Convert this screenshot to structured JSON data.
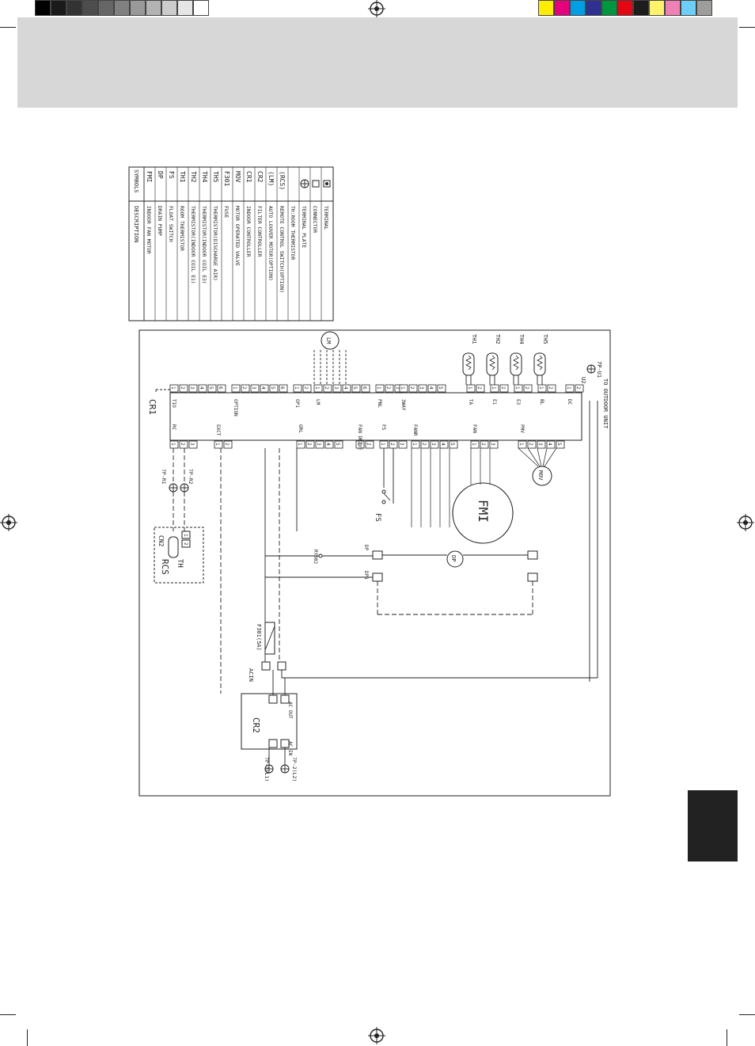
{
  "calibration": {
    "gray_steps": [
      "#000000",
      "#1a1a1a",
      "#333333",
      "#4d4d4d",
      "#666666",
      "#808080",
      "#999999",
      "#b3b3b3",
      "#cccccc",
      "#e6e6e6",
      "#ffffff"
    ],
    "color_steps": [
      "#ffec00",
      "#e6007e",
      "#009fe3",
      "#2e3192",
      "#00963f",
      "#e30613",
      "#1d1d1b",
      "#fff36d",
      "#ee82b4",
      "#6dcff6",
      "#9d9d9c"
    ]
  },
  "legend": {
    "header_symbols": "SYMBOLS",
    "header_description": "DESCRIPTION",
    "rows": [
      {
        "symbol": "FMI",
        "description": "INDOOR FAN MOTOR"
      },
      {
        "symbol": "DP",
        "description": "DRAIN PUMP"
      },
      {
        "symbol": "FS",
        "description": "FLOAT SWITCH"
      },
      {
        "symbol": "TH1",
        "description": "ROOM THERMISTOR"
      },
      {
        "symbol": "TH2",
        "description": "THERMISTOR(INDOOR COIL E1)"
      },
      {
        "symbol": "TH4",
        "description": "THERMISTOR(INDOOR COIL E3)"
      },
      {
        "symbol": "TH5",
        "description": "THERMISTOR(DISCHARGE AIR)"
      },
      {
        "symbol": "F301",
        "description": "FUSE"
      },
      {
        "symbol": "MOV",
        "description": "MOTOR OPERATED VALVE"
      },
      {
        "symbol": "CR1",
        "description": "INDOOR CONTROLLER"
      },
      {
        "symbol": "CR2",
        "description": "FILTER CONTROLLER"
      },
      {
        "symbol": "(LM)",
        "description": "AUTO LOUVER MOTOR(OPTION)"
      },
      {
        "symbol": "(RCS)",
        "description": "REMOTE CONTROL SWITCH(OPTION)"
      },
      {
        "symbol": "",
        "description": "TH:ROOM THERMISTOR"
      },
      {
        "symbol": "",
        "description": "TERMINAL PLATE"
      },
      {
        "symbol": "",
        "description": "CONNECTOR"
      },
      {
        "symbol": "",
        "description": "TERMINAL"
      }
    ]
  },
  "diagram": {
    "cr1": "CR1",
    "cr2": "CR2",
    "rcs": "RCS",
    "cn2": "CN2",
    "th": "TH",
    "fmi": "FMI",
    "dp": "DP",
    "fs": "FS",
    "mov": "MOV",
    "lm": "LM",
    "acin": "ACIN",
    "fuse": "F301(5A)",
    "ry302": "RY302",
    "to_outdoor": "TO OUTDOOR UNIT",
    "tp_r1": "7P-R1",
    "tp_r2": "7P-R2",
    "tp_l1": "7P-1(L1)",
    "tp_l2": "7P-2(L2)",
    "tp_u1": "7P-U1",
    "u2": "U2",
    "cr2_ac_in": "AC IN",
    "cr2_ac_out": "AC OUT",
    "conn": {
      "rc": "RC",
      "exct": "EXCT",
      "tio": "TIO",
      "option": "OPTION",
      "op1": "OP1",
      "lm": "LM",
      "pnl": "PNL",
      "grl": "GRL",
      "fan_drive": "FAN DRIVE",
      "fs": "FS",
      "fanr": "FANR",
      "fan": "FAN",
      "pmv": "PMV",
      "trav": "3WAY",
      "ta": "TA",
      "e1": "E1",
      "e3": "E3",
      "bl": "BL",
      "dc": "DC",
      "dp1": "DP1",
      "dp": "DP"
    },
    "thermistors": [
      "TH1",
      "TH2",
      "TH4",
      "TH5"
    ],
    "pins": [
      "1",
      "2",
      "3",
      "4",
      "5",
      "6"
    ]
  }
}
